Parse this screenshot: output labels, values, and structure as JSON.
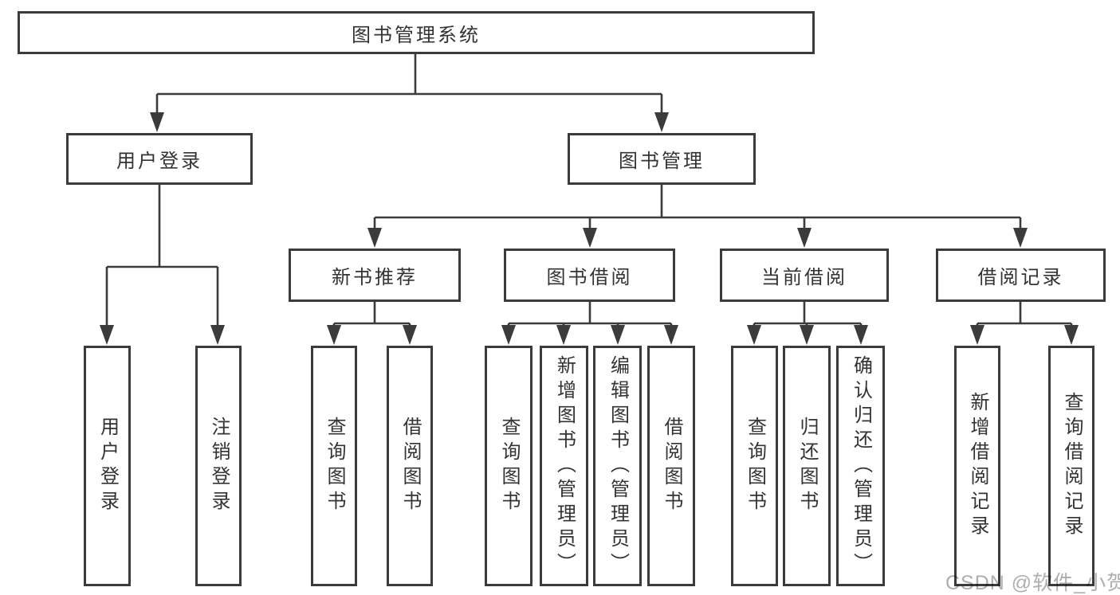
{
  "colors": {
    "line": "#3b3b3b",
    "box_border": "#3b3b3b",
    "text": "#333333",
    "watermark": "#aeaeae",
    "background": "#ffffff"
  },
  "diagram": {
    "type": "hierarchy-tree",
    "root": {
      "label": "图书管理系统"
    },
    "level2": [
      {
        "label": "用户登录"
      },
      {
        "label": "图书管理"
      }
    ],
    "level3": [
      {
        "label": "新书推荐",
        "parent": "图书管理"
      },
      {
        "label": "图书借阅",
        "parent": "图书管理"
      },
      {
        "label": "当前借阅",
        "parent": "图书管理"
      },
      {
        "label": "借阅记录",
        "parent": "图书管理"
      }
    ],
    "leaves": [
      {
        "label": "用户登录",
        "parent": "用户登录"
      },
      {
        "label": "注销登录",
        "parent": "用户登录"
      },
      {
        "label": "查询图书",
        "parent": "新书推荐"
      },
      {
        "label": "借阅图书",
        "parent": "新书推荐"
      },
      {
        "label": "查询图书",
        "parent": "图书借阅"
      },
      {
        "label": "新增图书（管理员）",
        "parent": "图书借阅"
      },
      {
        "label": "编辑图书（管理员）",
        "parent": "图书借阅"
      },
      {
        "label": "借阅图书",
        "parent": "图书借阅"
      },
      {
        "label": "查询图书",
        "parent": "当前借阅"
      },
      {
        "label": "归还图书",
        "parent": "当前借阅"
      },
      {
        "label": "确认归还（管理员）",
        "parent": "当前借阅"
      },
      {
        "label": "新增借阅记录",
        "parent": "借阅记录"
      },
      {
        "label": "查询借阅记录",
        "parent": "借阅记录"
      }
    ]
  },
  "watermark": {
    "text": "CSDN @软件_小贺同学"
  }
}
